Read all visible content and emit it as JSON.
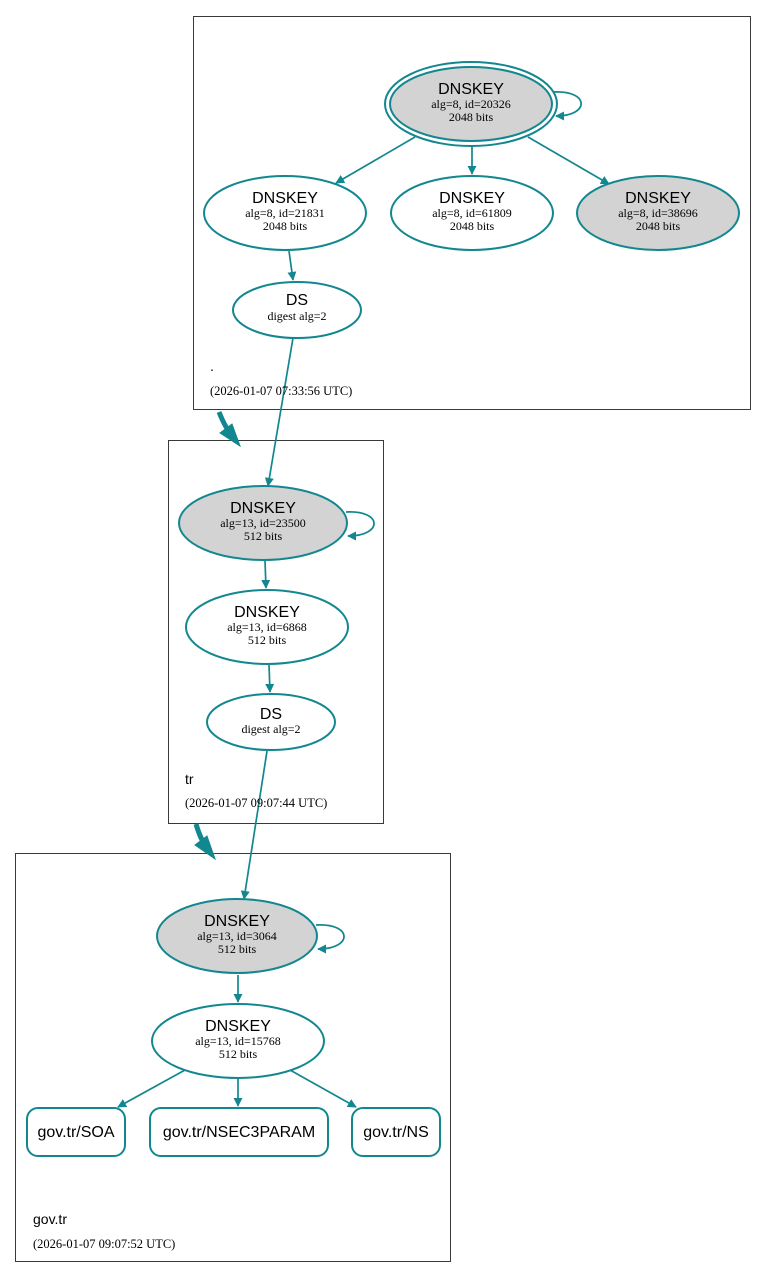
{
  "colors": {
    "edge": "#12878f",
    "ksk_fill": "#d3d3d3",
    "zsk_fill": "#ffffff",
    "zone_border": "#3a3a3a"
  },
  "zones": {
    "root": {
      "name": ".",
      "timestamp": "(2026-01-07 07:33:56 UTC)"
    },
    "tr": {
      "name": "tr",
      "timestamp": "(2026-01-07 09:07:44 UTC)"
    },
    "govtr": {
      "name": "gov.tr",
      "timestamp": "(2026-01-07 09:07:52 UTC)"
    }
  },
  "nodes": {
    "root_ksk": {
      "title": "DNSKEY",
      "line1": "alg=8, id=20326",
      "line2": "2048 bits"
    },
    "root_zsk1": {
      "title": "DNSKEY",
      "line1": "alg=8, id=21831",
      "line2": "2048 bits"
    },
    "root_zsk2": {
      "title": "DNSKEY",
      "line1": "alg=8, id=61809",
      "line2": "2048 bits"
    },
    "root_key3": {
      "title": "DNSKEY",
      "line1": "alg=8, id=38696",
      "line2": "2048 bits"
    },
    "root_ds": {
      "title": "DS",
      "line1": "digest alg=2"
    },
    "tr_ksk": {
      "title": "DNSKEY",
      "line1": "alg=13, id=23500",
      "line2": "512 bits"
    },
    "tr_zsk": {
      "title": "DNSKEY",
      "line1": "alg=13, id=6868",
      "line2": "512 bits"
    },
    "tr_ds": {
      "title": "DS",
      "line1": "digest alg=2"
    },
    "gov_ksk": {
      "title": "DNSKEY",
      "line1": "alg=13, id=3064",
      "line2": "512 bits"
    },
    "gov_zsk": {
      "title": "DNSKEY",
      "line1": "alg=13, id=15768",
      "line2": "512 bits"
    }
  },
  "rrsets": {
    "soa": "gov.tr/SOA",
    "nsec3param": "gov.tr/NSEC3PARAM",
    "ns": "gov.tr/NS"
  }
}
